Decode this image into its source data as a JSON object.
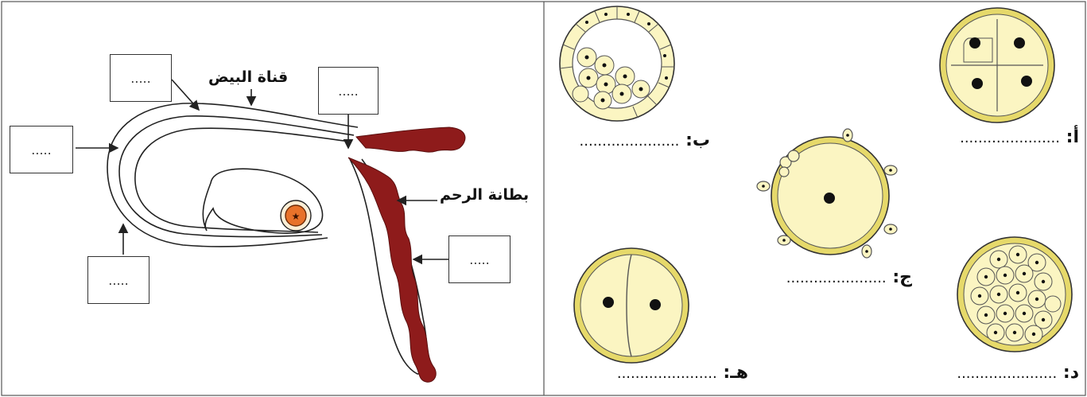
{
  "left_panel": {
    "labels": {
      "oviduct": "قناة البيض",
      "endometrium": "بطانة الرحم"
    },
    "blank_boxes": [
      ".....",
      ".....",
      ".....",
      ".....",
      "....."
    ]
  },
  "right_panel": {
    "stages": [
      {
        "letter": "أ:",
        "blank": "......................"
      },
      {
        "letter": "ب:",
        "blank": "......................"
      },
      {
        "letter": "ج:",
        "blank": "......................"
      },
      {
        "letter": "د:",
        "blank": "......................"
      },
      {
        "letter": "هـ:",
        "blank": "......................"
      }
    ]
  },
  "colors": {
    "endometrium": "#8e1b1b",
    "cell_fill": "#fbf5c2",
    "cell_rim": "#e6d96a",
    "embryo": "#e8722a"
  }
}
